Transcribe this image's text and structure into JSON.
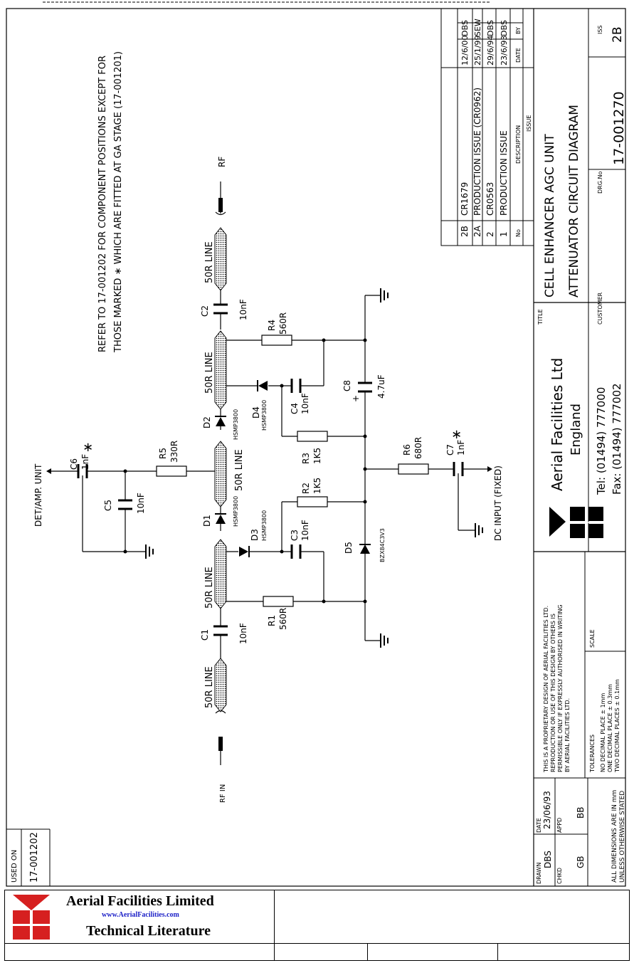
{
  "notes": {
    "refer_line1": "REFER TO 17-001202 FOR COMPONENT POSITIONS EXCEPT FOR",
    "refer_line2": "THOSE MARKED ∗  WHICH ARE FITTED AT GA STAGE (17-001201)"
  },
  "labels": {
    "rf_in": "RF IN",
    "rf_out": "RF",
    "det_amp": "DET/AMP. UNIT",
    "dc_input": "DC INPUT (FIXED)",
    "line": "50R LINE",
    "star": "∗"
  },
  "components": {
    "c1": {
      "ref": "C1",
      "value": "10nF"
    },
    "c2": {
      "ref": "C2",
      "value": "10nF"
    },
    "c3": {
      "ref": "C3",
      "value": "10nF"
    },
    "c4": {
      "ref": "C4",
      "value": "10nF"
    },
    "c5": {
      "ref": "C5",
      "value": "10nF"
    },
    "c6": {
      "ref": "C6",
      "value": "1nF"
    },
    "c7": {
      "ref": "C7",
      "value": "1nF"
    },
    "c8": {
      "ref": "C8",
      "value": "4.7uF",
      "polarity": "+"
    },
    "r1": {
      "ref": "R1",
      "value": "560R"
    },
    "r2": {
      "ref": "R2",
      "value": "1K5"
    },
    "r3": {
      "ref": "R3",
      "value": "1K5"
    },
    "r4": {
      "ref": "R4",
      "value": "560R"
    },
    "r5": {
      "ref": "R5",
      "value": "330R"
    },
    "r6": {
      "ref": "R6",
      "value": "680R"
    },
    "d1": {
      "ref": "D1",
      "part": "HSMP3800"
    },
    "d2": {
      "ref": "D2",
      "part": "HSMP3800"
    },
    "d3": {
      "ref": "D3",
      "part": "HSMP3800"
    },
    "d4": {
      "ref": "D4",
      "part": "HSMP3800"
    },
    "d5": {
      "ref": "D5",
      "part": "BZX84C3V3"
    }
  },
  "used_on": {
    "label": "USED ON",
    "value": "17-001202"
  },
  "revisions": {
    "headers": {
      "no": "No",
      "description": "DESCRIPTION",
      "date": "DATE",
      "by": "BY",
      "issue": "ISSUE"
    },
    "rows": [
      {
        "no": "2B",
        "description": "CR1679",
        "date": "12/6/00",
        "by": "DBS"
      },
      {
        "no": "2A",
        "description": "PRODUCTION ISSUE (CR0962)",
        "date": "25/1/99",
        "by": "SEW"
      },
      {
        "no": "2",
        "description": "CR0563",
        "date": "29/6/94",
        "by": "DBS"
      },
      {
        "no": "1",
        "description": "PRODUCTION ISSUE",
        "date": "23/6/93",
        "by": "DBS"
      }
    ]
  },
  "title_block": {
    "title_label": "TITLE",
    "title_line1": "CELL ENHANCER AGC UNIT",
    "title_line2": "ATTENUATOR CIRCUIT DIAGRAM",
    "customer_label": "CUSTOMER",
    "dwg_label": "DRG.No",
    "dwg_no": "17-001270",
    "iss_label": "ISS",
    "iss": "2B",
    "company": "Aerial Facilities Ltd",
    "country": "England",
    "tel": "Tel: (01494) 777000",
    "fax": "Fax: (01494) 777002",
    "proprietary": [
      "THIS IS A PROPRIETARY DESIGN OF AERIAL FACILITIES LTD.",
      "REPRODUCTION OR USE OF THIS DESIGN BY OTHERS IS",
      "PERMISSIBLE ONLY IF EXPRESSLY AUTHORISED IN WRITING",
      "BY AERIAL FACILITIES LTD."
    ],
    "scale_label": "SCALE",
    "tolerances": [
      "TOLERANCES",
      "NO DECIMAL PLACE ± 1mm",
      "ONE DECIMAL PLACE ± 0.3mm",
      "TWO DECIMAL PLACES ± 0.1mm"
    ],
    "drawn_label": "DRAWN",
    "drawn": "DBS",
    "date_label": "DATE",
    "date": "23/06/93",
    "chkd_label": "CHKD",
    "chkd": "GB",
    "appd_label": "APPD",
    "appd": "BB",
    "dimensions_1": "ALL DIMENSIONS ARE IN mm",
    "dimensions_2": "UNLESS OTHERWISE STATED"
  },
  "footer": {
    "company": "Aerial  Facilities  Limited",
    "url": "www.AerialFacilities.com",
    "literature": "Technical Literature"
  }
}
